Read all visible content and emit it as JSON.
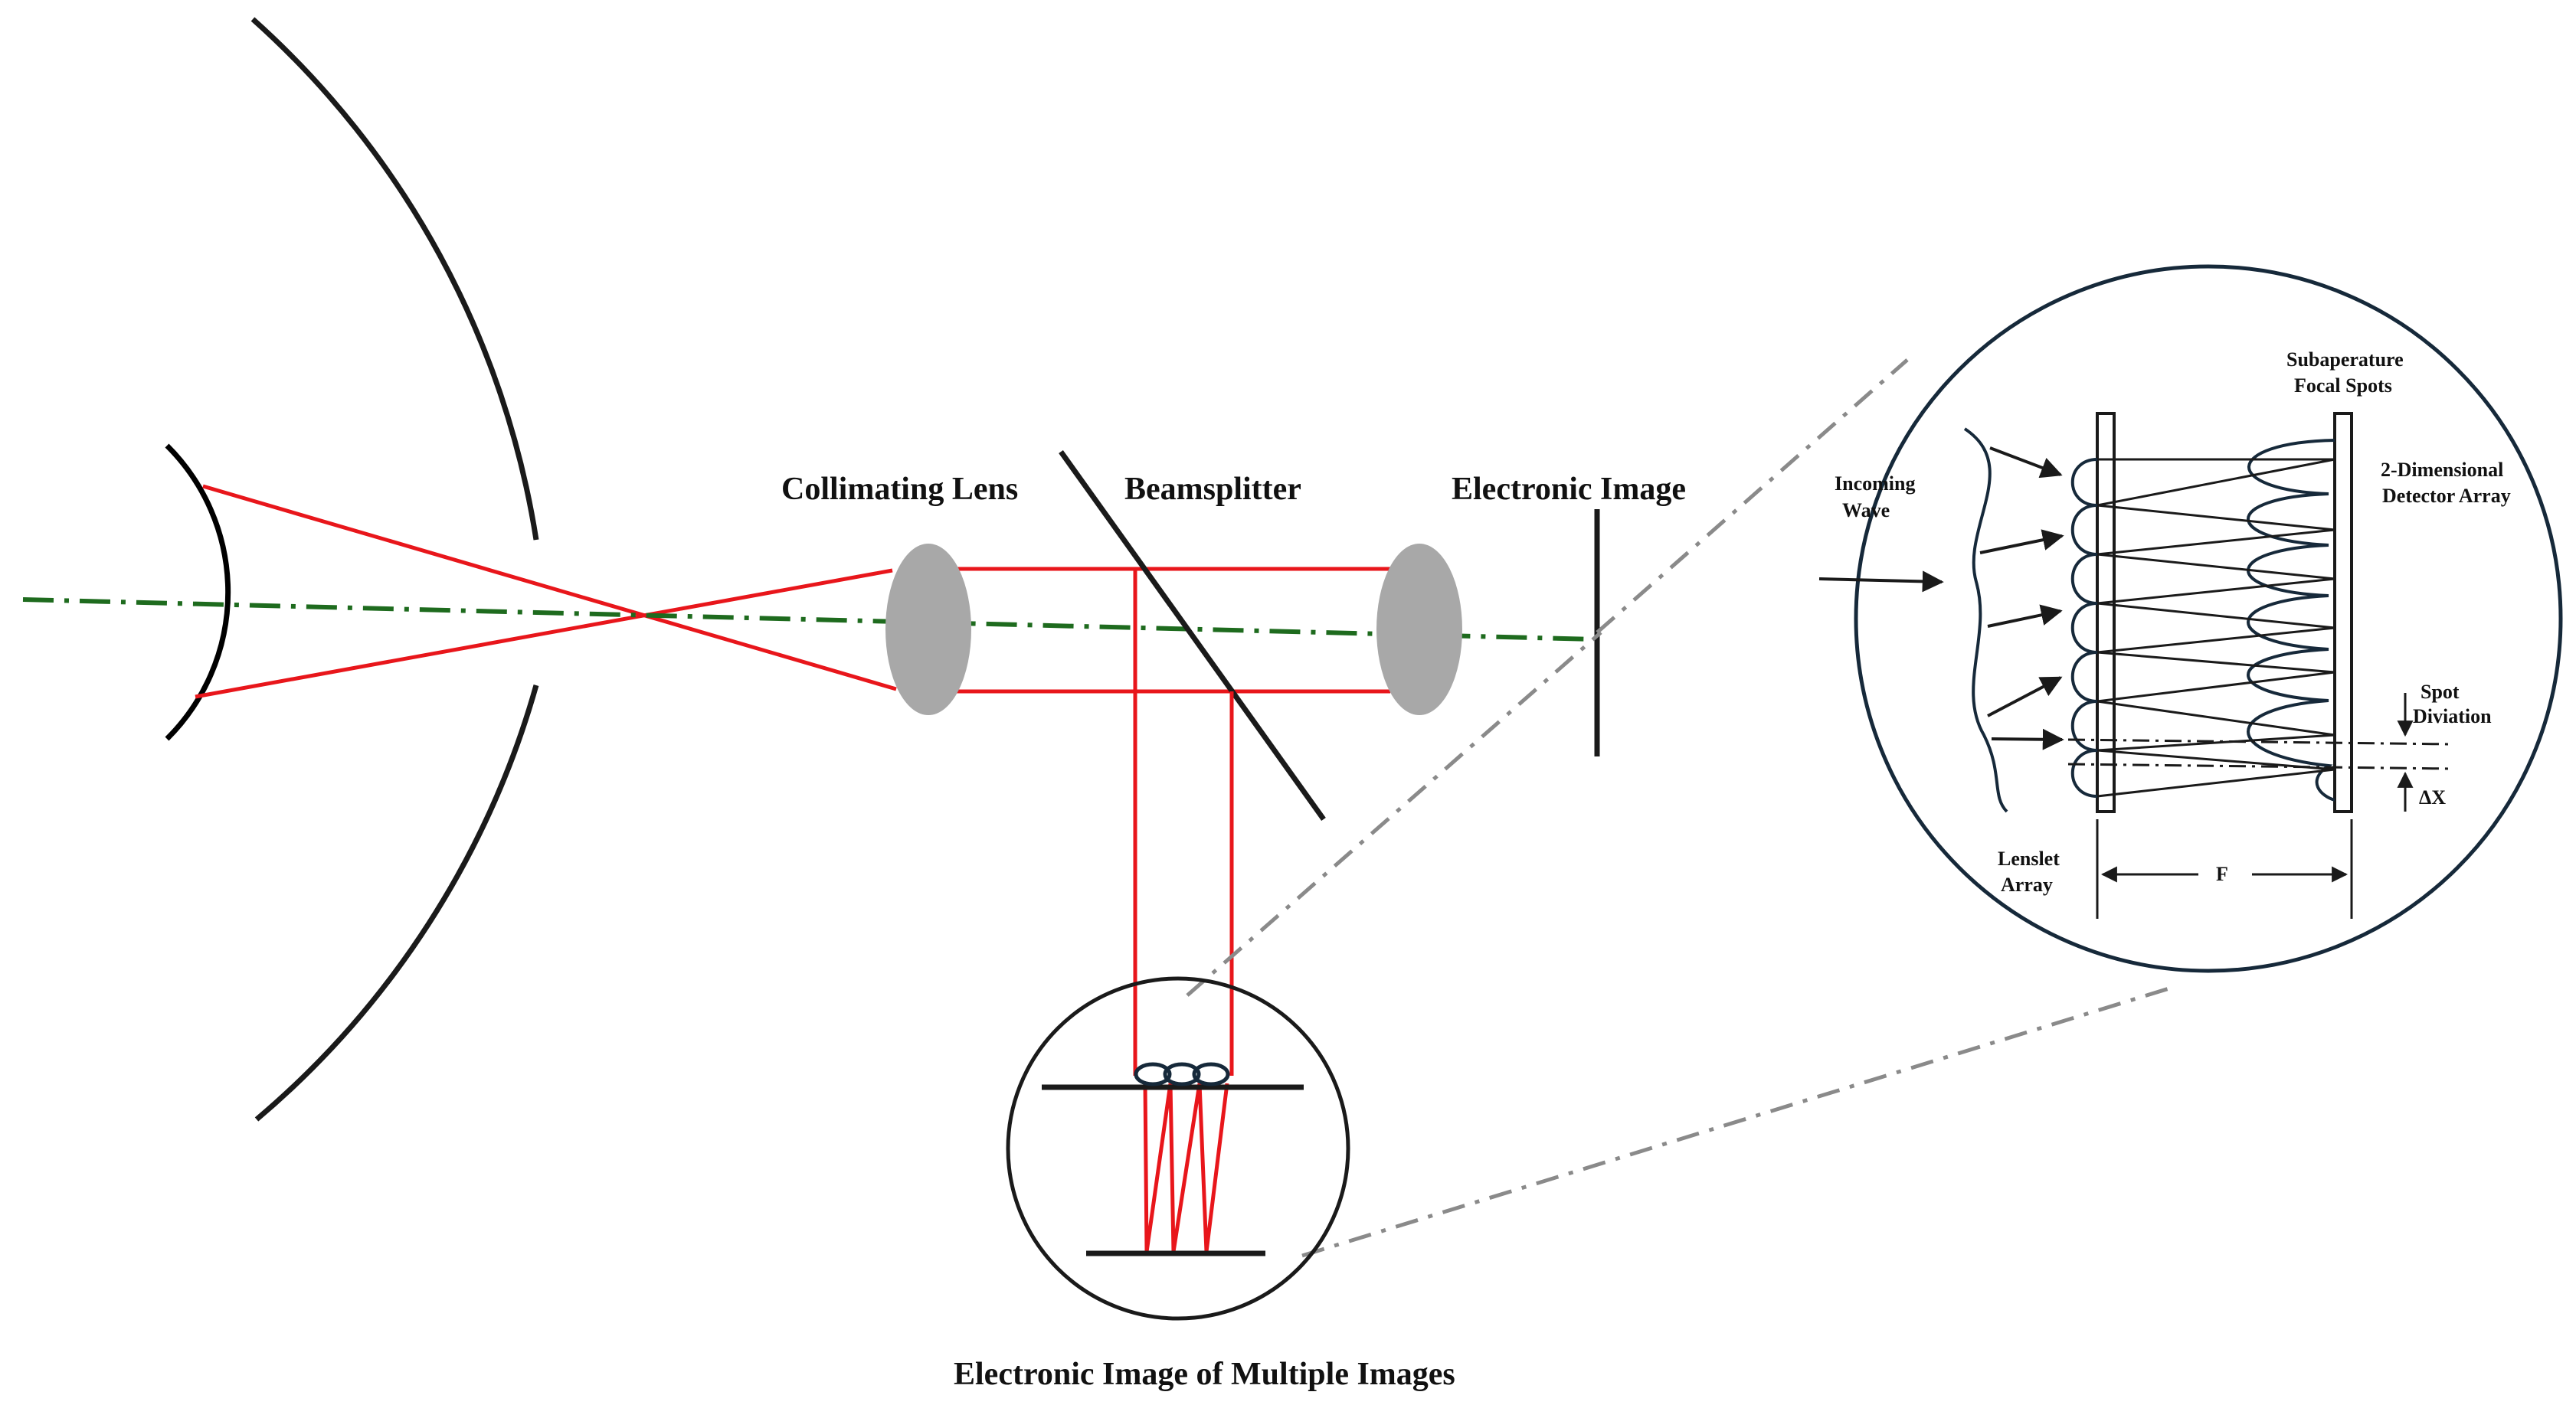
{
  "labels": {
    "collimating_lens": "Collimating Lens",
    "beamsplitter": "Beamsplitter",
    "electronic_image": "Electronic Image",
    "electronic_image_multiple": "Electronic Image of Multiple Images",
    "incoming_wave_1": "Incoming",
    "incoming_wave_2": "Wave",
    "subaperture_1": "Subaperature",
    "subaperture_2": "Focal Spots",
    "detector_1": "2-Dimensional",
    "detector_2": "Detector Array",
    "spot_1": "Spot",
    "spot_2": "Diviation",
    "delta_x": "ΔX",
    "lenslet_1": "Lenslet",
    "lenslet_2": "Array",
    "focal_length": "F"
  },
  "colors": {
    "ray": "#e8161b",
    "optical_axis": "#1e6b1e",
    "structure": "#1a1a1a",
    "lens": "#a8a8a8",
    "inset_circle": "#16293a",
    "leader": "#8a8a8a"
  }
}
